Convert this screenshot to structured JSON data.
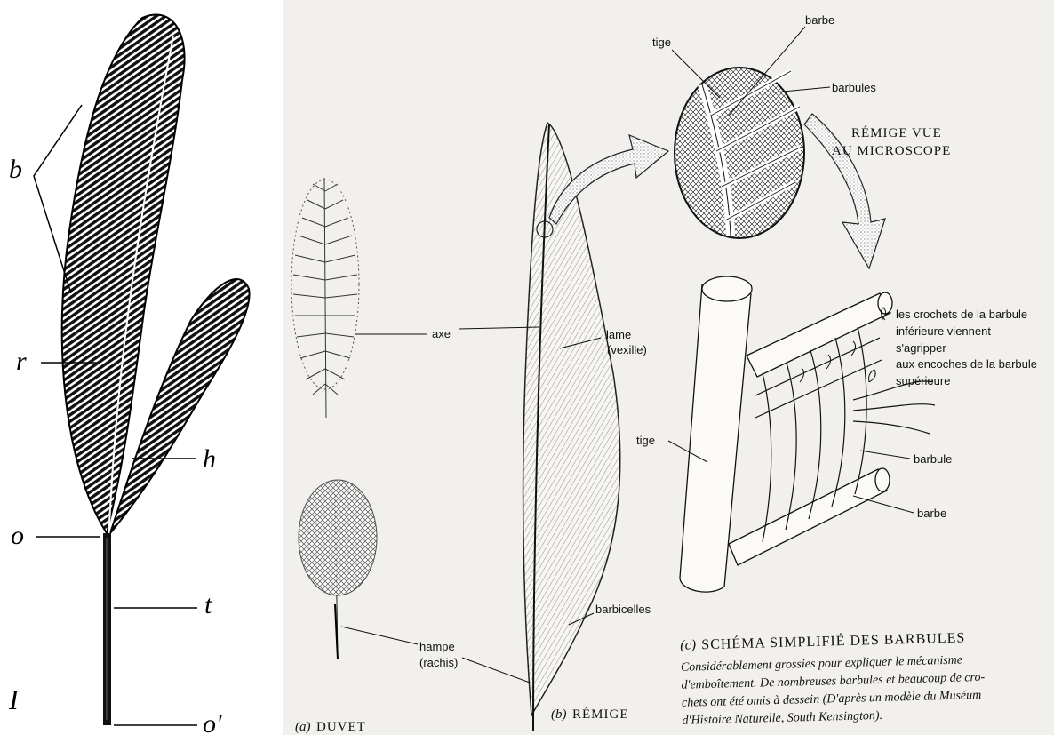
{
  "left_figure": {
    "figure_label": "I",
    "labels": {
      "b": "b",
      "r": "r",
      "h": "h",
      "o": "o",
      "t": "t",
      "o_prime": "o'"
    }
  },
  "right_figure": {
    "duvet": {
      "caption_letter": "(a)",
      "caption": "DUVET"
    },
    "remige": {
      "caption_letter": "(b)",
      "caption": "RÉMIGE"
    },
    "labels": {
      "axe": "axe",
      "lame_line1": "lame",
      "lame_line2": "(vexille)",
      "barbicelles": "barbicelles",
      "hampe_line1": "hampe",
      "hampe_line2": "(rachis)",
      "tige_top": "tige",
      "barbe_top": "barbe",
      "barbules_top": "barbules",
      "microscope_line1": "RÉMIGE VUE",
      "microscope_line2": "AU MICROSCOPE",
      "crochets_line1": "les crochets de la barbule",
      "crochets_line2": "inférieure viennent",
      "crochets_line3": "s'agripper",
      "crochets_line4": "aux encoches de la barbule",
      "crochets_line5": "supérieure",
      "tige_bottom": "tige",
      "barbule_bottom": "barbule",
      "barbe_bottom": "barbe"
    },
    "schema_caption": {
      "title_letter": "(c)",
      "title": "SCHÉMA SIMPLIFIÉ DES BARBULES",
      "line1": "Considérablement grossies pour expliquer le mécanisme",
      "line2": "d'emboîtement. De nombreuses barbules et beaucoup de cro-",
      "line3": "chets ont été omis à dessein (D'après un modèle du Muséum",
      "line4": "d'Histoire Naturelle, South Kensington)."
    }
  }
}
